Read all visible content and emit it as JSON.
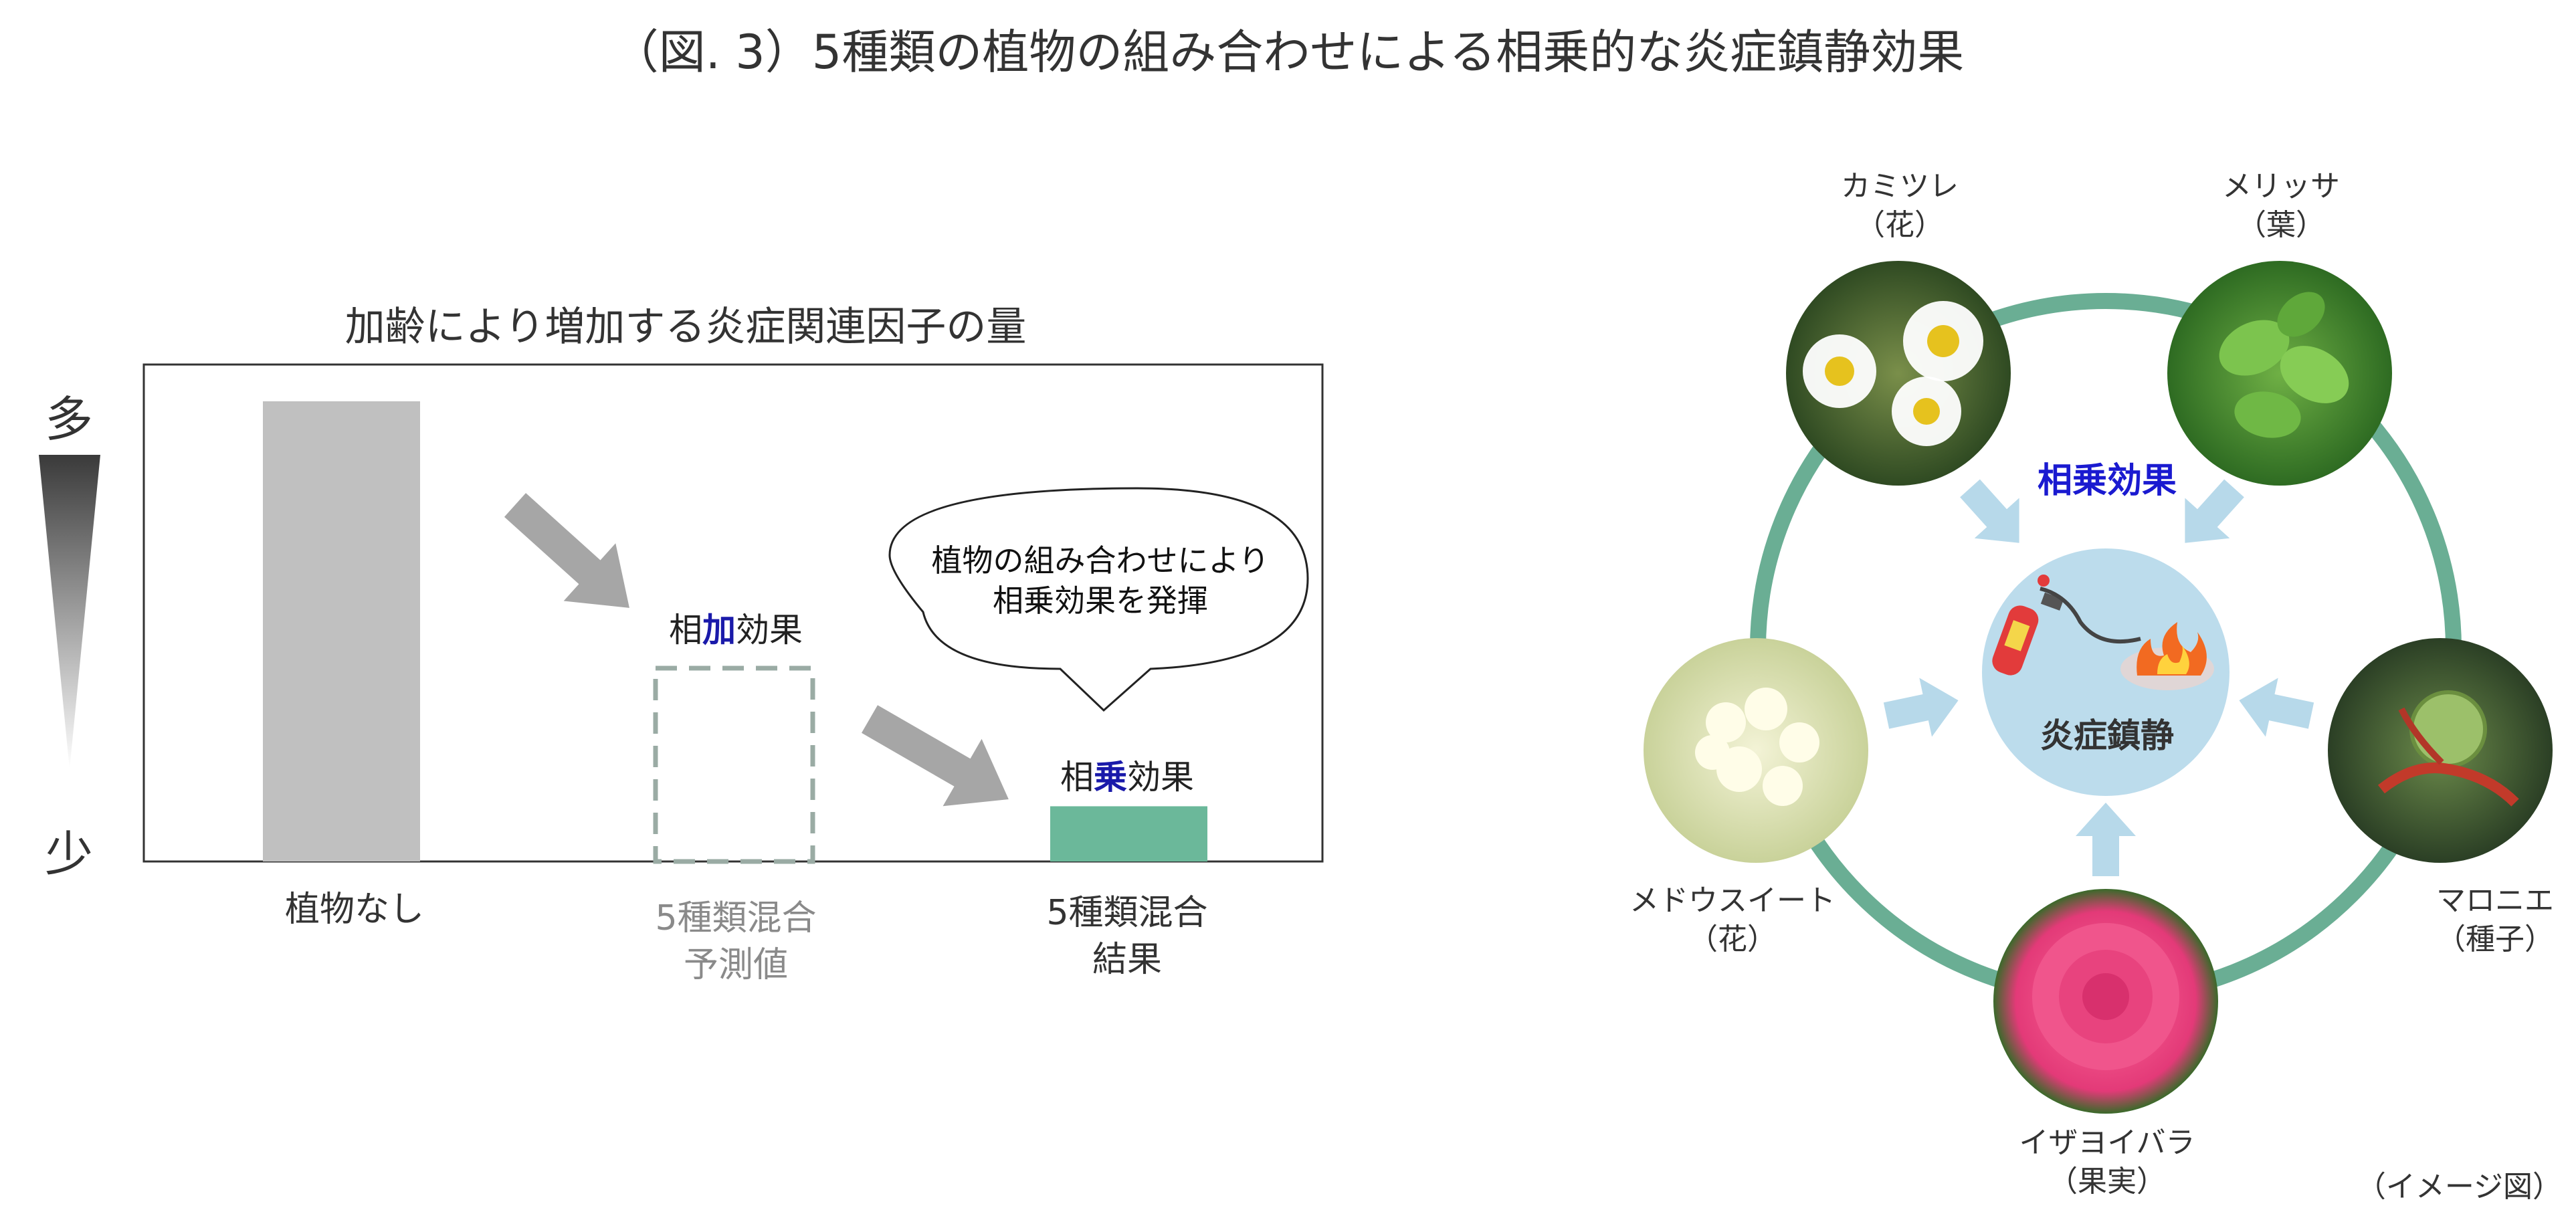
{
  "title": "（図. 3）5種類の植物の組み合わせによる相乗的な炎症鎮静効果",
  "left_panel": {
    "chart_title": "加齢により増加する炎症関連因子の量",
    "y_axis": {
      "top": "多",
      "bottom": "少"
    },
    "bubble": {
      "line1": "植物の組み合わせにより",
      "line2": "相乗効果を発揮"
    },
    "additive_label": {
      "pre": "相",
      "hl": "加",
      "post": "効果"
    },
    "synergy_label": {
      "pre": "相",
      "hl": "乗",
      "post": "効果"
    },
    "categories": [
      {
        "line1": "植物なし",
        "line2": ""
      },
      {
        "line1": "5種類混合",
        "line2": "予測値"
      },
      {
        "line1": "5種類混合",
        "line2": "結果"
      }
    ]
  },
  "chart_data": {
    "type": "bar",
    "title": "加齢により増加する炎症関連因子の量",
    "categories": [
      "植物なし",
      "5種類混合 予測値",
      "5種類混合 結果"
    ],
    "values": [
      1.0,
      0.42,
      0.12
    ],
    "ylim": [
      0,
      1.0
    ],
    "bar_styles": [
      "solid-gray",
      "dashed-outline",
      "solid-green"
    ],
    "colors": {
      "gray": "#c0c0c0",
      "green": "#6bb89a",
      "dashed": "#9aaba4",
      "arrow": "#a6a6a6"
    }
  },
  "right_panel": {
    "center_label": "炎症鎮静",
    "synergy_label": "相乗効果",
    "ring_color": "#6aae94",
    "arrow_color": "#b7d9ea",
    "plants": [
      {
        "name": "カミツレ",
        "part": "（花）",
        "image": "chamomile-flower"
      },
      {
        "name": "メリッサ",
        "part": "（葉）",
        "image": "melissa-leaves"
      },
      {
        "name": "メドウスイート",
        "part": "（花）",
        "image": "meadowsweet-flower"
      },
      {
        "name": "マロニエ",
        "part": "（種子）",
        "image": "horse-chestnut-seed"
      },
      {
        "name": "イザヨイバラ",
        "part": "（果実）",
        "image": "rose-fruit"
      }
    ],
    "caption": "（イメージ図）"
  }
}
